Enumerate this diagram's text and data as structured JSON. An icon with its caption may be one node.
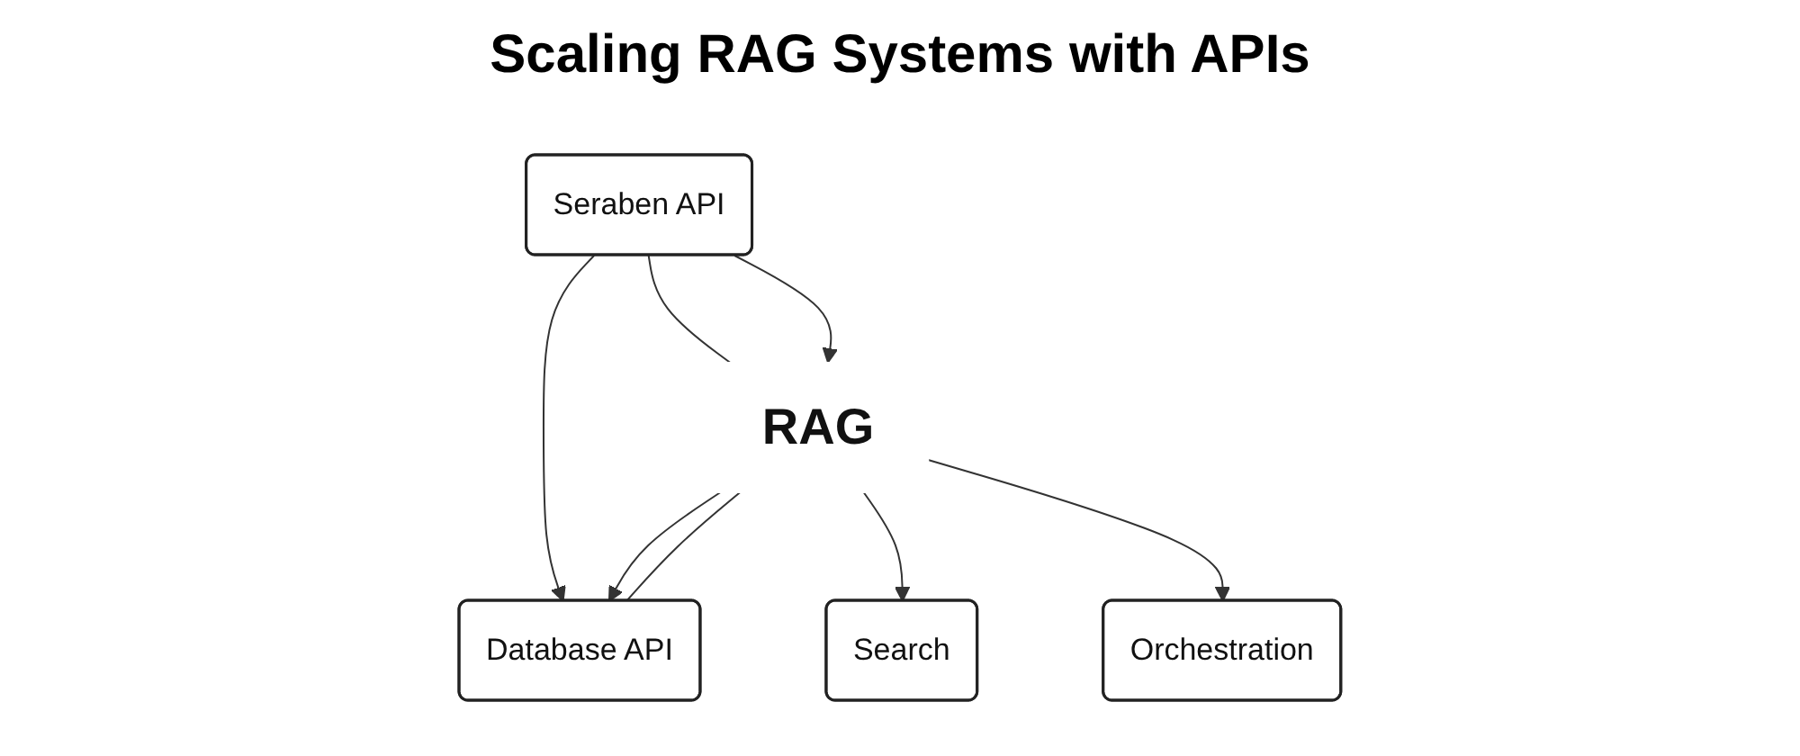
{
  "diagram": {
    "title": "Scaling RAG Systems with APIs",
    "nodes": [
      {
        "text": [
          "Seraben API"
        ]
      },
      {
        "text": [
          "Database API"
        ]
      },
      {
        "text": [
          "Search"
        ]
      },
      {
        "text": [
          "RAG"
        ]
      },
      {
        "text": [
          "Orchestration"
        ]
      }
    ],
    "edges": [
      {
        "from": 0,
        "to": 1,
        "arrow": "to"
      },
      {
        "from": 0,
        "to": 3,
        "arrow": "none"
      },
      {
        "from": 0,
        "to": 3,
        "arrow": "to"
      },
      {
        "from": 3,
        "to": 1,
        "arrow": "to"
      },
      {
        "from": 3,
        "to": 1,
        "arrow": "none"
      },
      {
        "from": 3,
        "to": 2,
        "arrow": "to"
      },
      {
        "from": 3,
        "to": 4,
        "arrow": "to"
      }
    ]
  }
}
